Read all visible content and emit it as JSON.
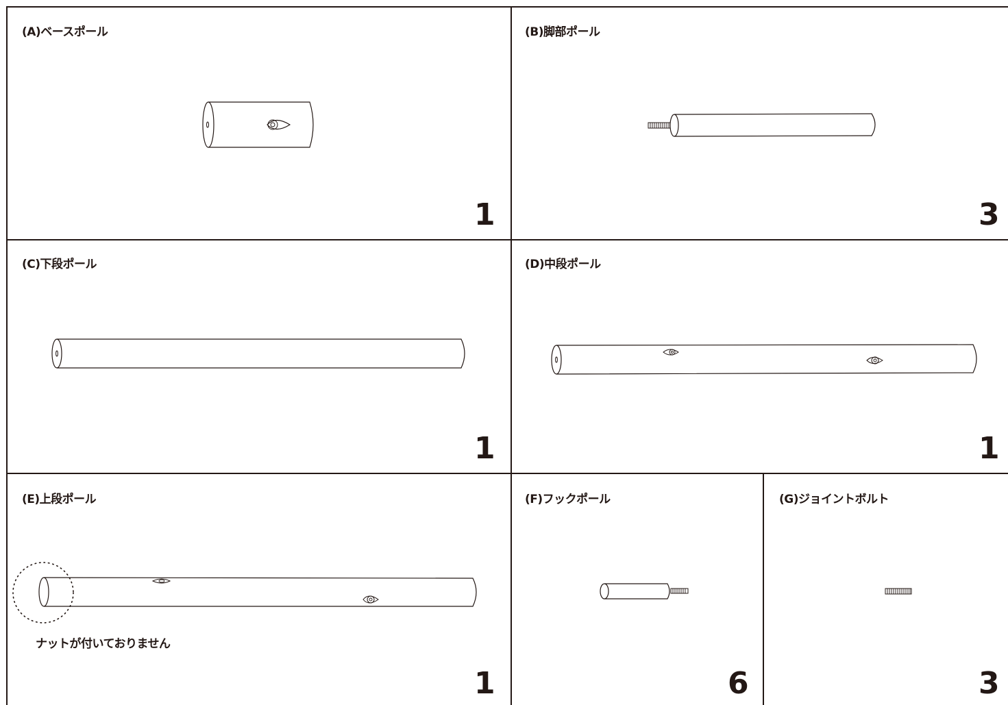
{
  "parts": [
    {
      "id": "A",
      "label": "(A)ベースポール",
      "qty": "1"
    },
    {
      "id": "B",
      "label": "(B)脚部ポール",
      "qty": "3"
    },
    {
      "id": "C",
      "label": "(C)下段ポール",
      "qty": "1"
    },
    {
      "id": "D",
      "label": "(D)中段ポール",
      "qty": "1"
    },
    {
      "id": "E",
      "label": "(E)上段ポール",
      "qty": "1",
      "note": "ナットが付いておりません"
    },
    {
      "id": "F",
      "label": "(F)フックポール",
      "qty": "6"
    },
    {
      "id": "G",
      "label": "(G)ジョイントボルト",
      "qty": "3"
    }
  ],
  "colors": {
    "line": "#231815",
    "background": "#ffffff"
  }
}
